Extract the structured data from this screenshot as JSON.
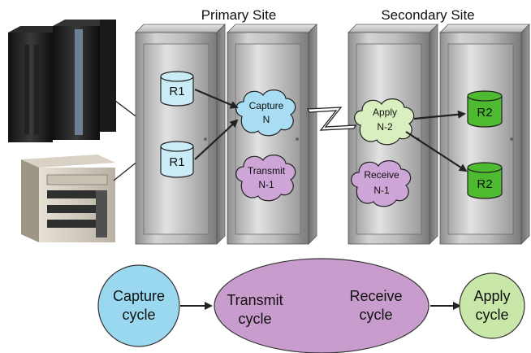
{
  "sites": {
    "primary": "Primary Site",
    "secondary": "Secondary Site"
  },
  "volumes": {
    "r1_top": "R1",
    "r1_bottom": "R1",
    "r2_top": "R2",
    "r2_bottom": "R2"
  },
  "clouds": {
    "capture": [
      "Capture",
      "N"
    ],
    "transmit": [
      "Transmit",
      "N-1"
    ],
    "apply": [
      "Apply",
      "N-2"
    ],
    "receive": [
      "Receive",
      "N-1"
    ]
  },
  "cycles": {
    "capture": [
      "Capture",
      "cycle"
    ],
    "transmit": [
      "Transmit",
      "cycle"
    ],
    "receive": [
      "Receive",
      "cycle"
    ],
    "apply": [
      "Apply",
      "cycle"
    ]
  },
  "colors": {
    "r1_fill": "#c9ecf7",
    "r2_fill": "#4dba2f",
    "capture_fill": "#a9ddf3",
    "transmit_fill": "#cda5d6",
    "apply_fill": "#d9efc0",
    "receive_fill": "#cda5d6",
    "cycle_capture": "#9ad8f0",
    "cycle_transmit": "#c89ccc",
    "cycle_apply": "#c8e7a8"
  }
}
